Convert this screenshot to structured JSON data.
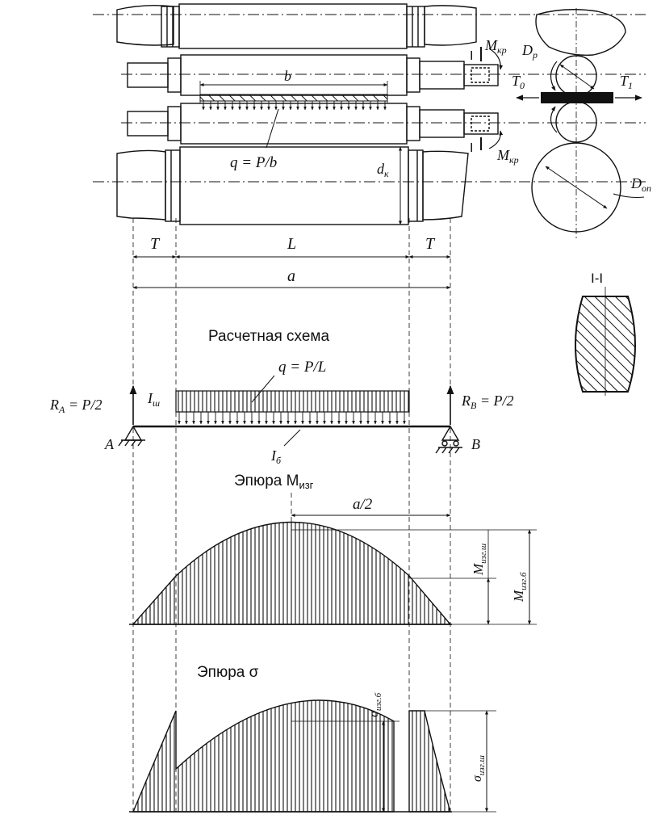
{
  "colors": {
    "ink": "#111111",
    "paper": "#ffffff"
  },
  "roll_assembly": {
    "label_b": "b",
    "label_q_upper": "q = P/b",
    "label_dk": "d",
    "label_dk_sub": "к",
    "label_T_left": "T",
    "label_L": "L",
    "label_T_right": "T",
    "label_a": "a"
  },
  "side_view": {
    "label_Mkr_top": "M",
    "label_Mkr_top_sub": "кр",
    "label_Dp": "D",
    "label_Dp_sub": "р",
    "label_T0": "T",
    "label_T0_sub": "0",
    "label_T1": "T",
    "label_T1_sub": "1",
    "label_Mkr_bottom": "M",
    "label_Mkr_bottom_sub": "кр",
    "label_Don": "D",
    "label_Don_sub": "оп",
    "label_I_top": "I",
    "label_I_bottom": "I"
  },
  "section": {
    "title": "I-I"
  },
  "scheme": {
    "title": "Расчетная схема",
    "label_q": "q = P/L",
    "label_RA": "R",
    "label_RA_sub": "A",
    "label_RA_eq": " = P/2",
    "label_RB": "R",
    "label_RB_sub": "B",
    "label_RB_eq": " = P/2",
    "label_Ish": "I",
    "label_Ish_sub": "ш",
    "label_Ib": "I",
    "label_Ib_sub": "б",
    "label_A": "A",
    "label_B": "B"
  },
  "moment_diagram": {
    "title": "Эпюра М",
    "title_sub": "изг",
    "label_half_a": "a/2",
    "label_M_sh": "M",
    "label_M_sh_sub": "изг.ш",
    "label_M_b": "M",
    "label_M_b_sub": "изг.б"
  },
  "stress_diagram": {
    "title": "Эпюра σ",
    "label_sigma_b": "σ",
    "label_sigma_b_sub": "изг.б",
    "label_sigma_sh": "σ",
    "label_sigma_sh_sub": "изг.ш"
  }
}
